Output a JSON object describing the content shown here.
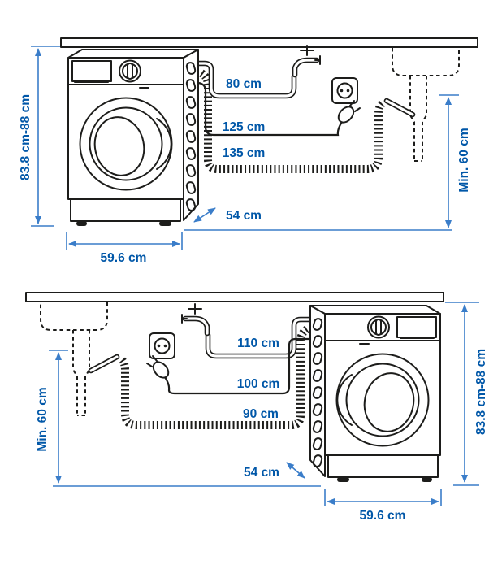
{
  "colors": {
    "line_art": "#1d1d1b",
    "dimension_line": "#3a7dc9",
    "label_text": "#0057a8",
    "background": "#ffffff"
  },
  "icons": {
    "machine": "washing-machine-illustration",
    "tap": "tap-icon",
    "outlet": "outlet-icon",
    "plug": "plug-icon",
    "sink": "sink-illustration",
    "drain_hose": "drain-hose-coil"
  },
  "diagram_top": {
    "labels": {
      "height": "83.8 cm-88 cm",
      "supply_hose": "80 cm",
      "power_cord": "125 cm",
      "drain_hose": "135 cm",
      "drain_height": "Min. 60 cm",
      "depth": "54 cm",
      "width": "59.6 cm"
    }
  },
  "diagram_bottom": {
    "labels": {
      "supply_hose": "110 cm",
      "power_cord": "100 cm",
      "drain_hose": "90 cm",
      "drain_height": "Min. 60 cm",
      "depth": "54 cm",
      "width": "59.6 cm",
      "height": "83.8 cm-88 cm"
    }
  }
}
